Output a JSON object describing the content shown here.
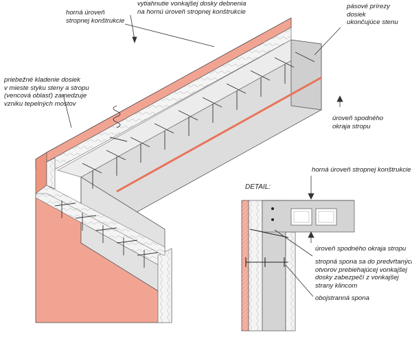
{
  "labels": {
    "horna_uroven_top": "horná úroveň\nstropnej konštrukcie",
    "vytiahnutie": "vytiahnutie vonkajšej dosky debnenia\nna hornú úroveň stropnej konštrukcie",
    "pasove_prirezy": "pásové prírezy\ndosiek\nukončujúce stenu",
    "priebezne": "priebežné kladenie dosiek\nv mieste styku steny a stropu\n(vencová oblasť) zamedzuje\nvzniku tepelných mostov",
    "uroven_spodneho_main": "úroveň spodného\nokraja stropu"
  },
  "detail": {
    "title": "DETAIL:",
    "horna_uroven": "horná úroveň stropnej konštrukcie",
    "uroven_spodneho": "úroveň spodného okraja stropu",
    "stropna_spona": "stropná spona sa do predvŕtaných\notvorov prebiehajúcej vonkajšej\ndosky zabezpečí z vonkajšej\nstrany klincom",
    "obojstranna_spona": "obojstranná spona"
  },
  "colors": {
    "brick": "#f2a493",
    "concrete": "#d9d9d9",
    "concrete_dark": "#bfbfbf",
    "insulation": "#efefef",
    "red_line": "#e8735a",
    "line": "#333333"
  }
}
